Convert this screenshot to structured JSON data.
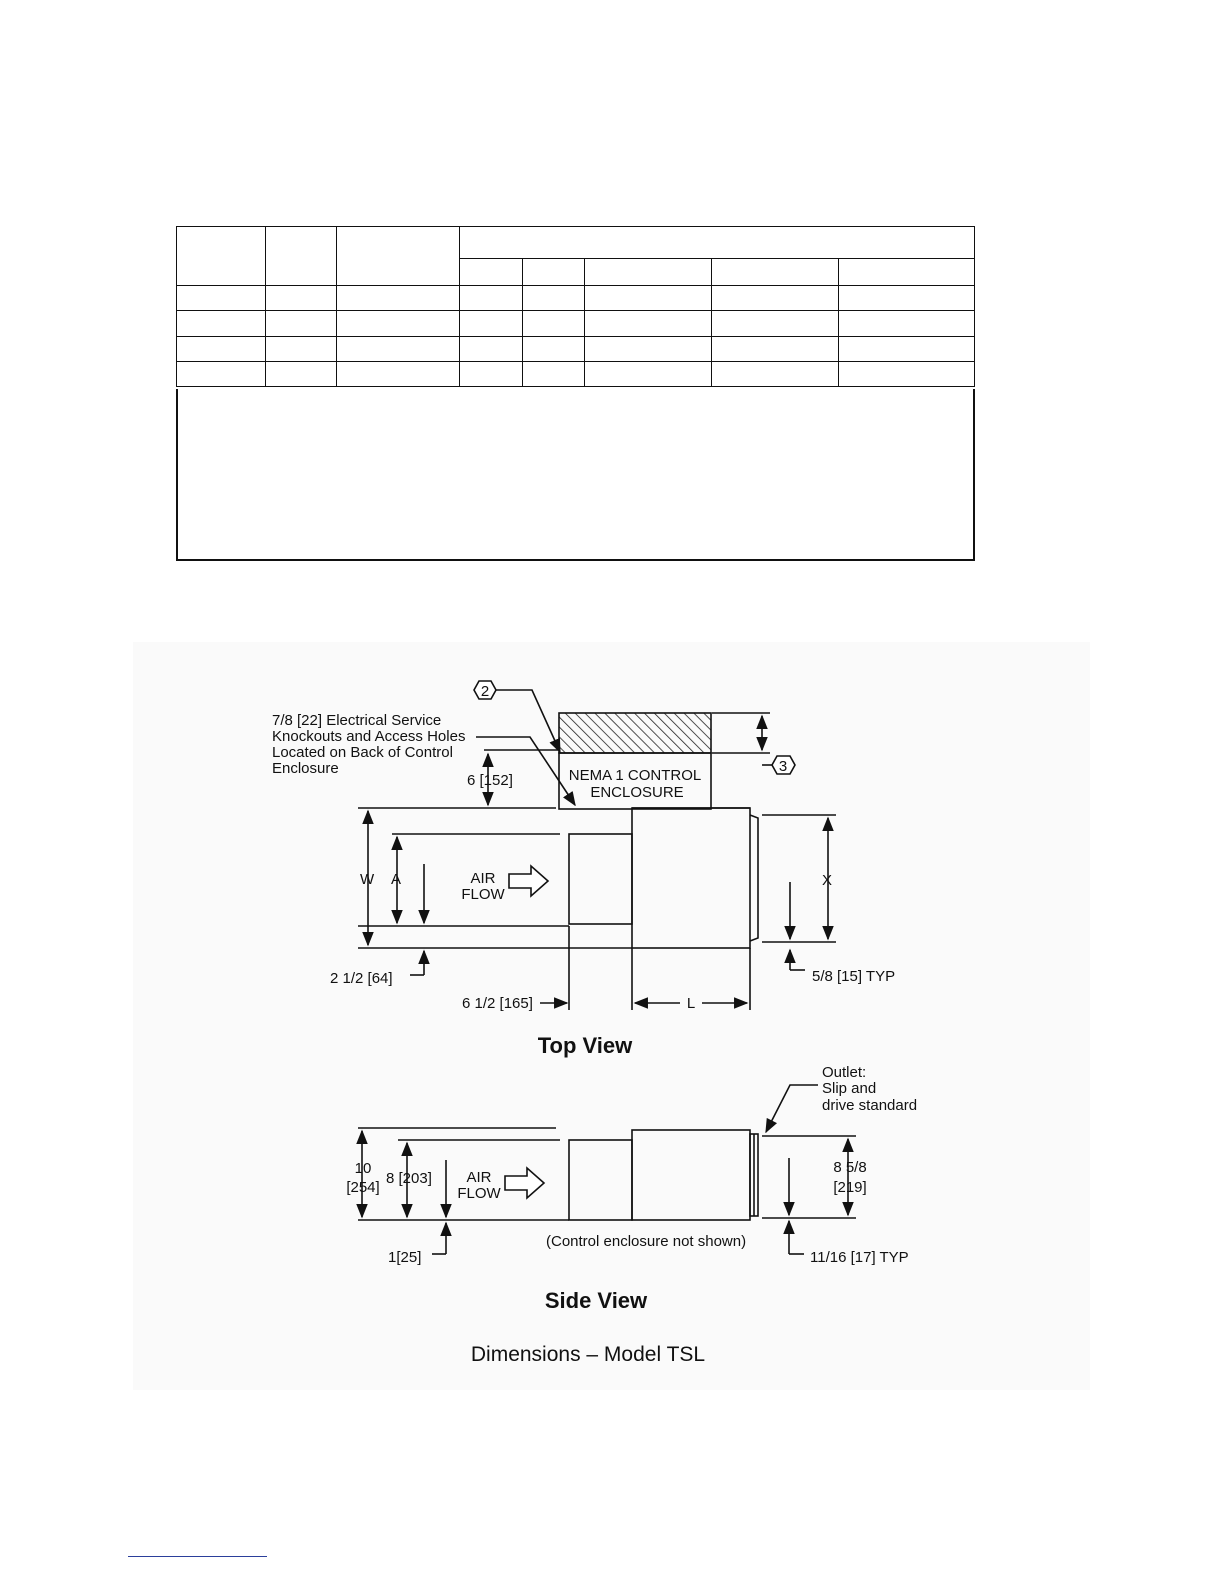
{
  "table": {
    "rows": 6,
    "cols": 8,
    "cells_text": ""
  },
  "drawing": {
    "callout_2": "2",
    "callout_3": "3",
    "knockouts_note": [
      "7/8 [22] Electrical Service",
      "Knockouts and Access Holes",
      "Located on Back of Control",
      "Enclosure"
    ],
    "enclosure_label": [
      "NEMA 1 CONTROL",
      "ENCLOSURE"
    ],
    "dim_6_152": "6 [152]",
    "dim_W": "W",
    "dim_A": "A",
    "air_flow": [
      "AIR",
      "FLOW"
    ],
    "dim_X": "X",
    "dim_2_1_2": "2 1/2  [64]",
    "dim_6_1_2": "6 1/2 [165]",
    "dim_L": "L",
    "dim_5_8": "5/8 [15] TYP",
    "top_view_caption": "Top View",
    "outlet_note": [
      "Outlet:",
      "Slip and",
      "drive standard"
    ],
    "dim_10": [
      "10",
      "[254]"
    ],
    "dim_8": "8 [203]",
    "dim_8_5_8": [
      "8 5/8",
      "[219]"
    ],
    "control_not_shown": "(Control enclosure not shown)",
    "dim_1_25": "1[25]",
    "dim_11_16": "11/16 [17] TYP",
    "side_view_caption": "Side View",
    "figure_caption": "Dimensions – Model TSL"
  }
}
